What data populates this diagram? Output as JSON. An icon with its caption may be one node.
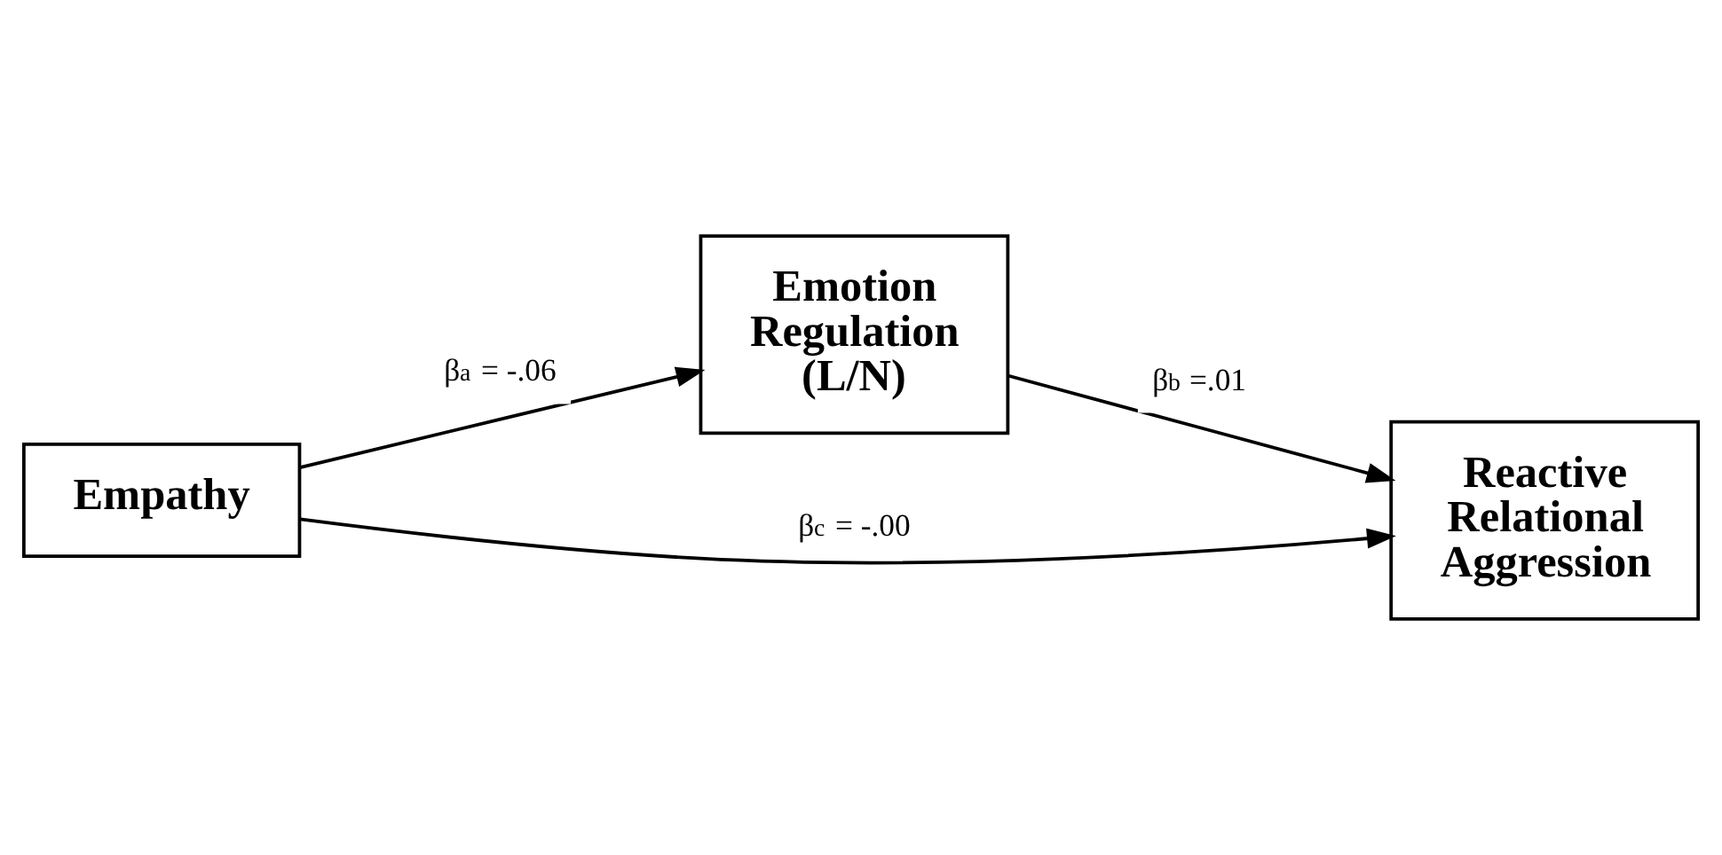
{
  "diagram": {
    "nodes": [
      {
        "text": [
          "Emotion Regulation (L/N)"
        ]
      },
      {
        "text": [
          "Empathy"
        ]
      },
      {
        "text": [
          "Reactive Relational Aggression"
        ]
      }
    ],
    "edges": [
      {
        "from": 1,
        "to": 0,
        "arrow": "to",
        "label": "β$_{a}$ = -.06"
      },
      {
        "from": 0,
        "to": 2,
        "arrow": "to",
        "label": "β$_{b}$ =.01"
      },
      {
        "from": 1,
        "to": 2,
        "arrow": "to",
        "label": "β$_{c}$ = -.00"
      }
    ]
  }
}
